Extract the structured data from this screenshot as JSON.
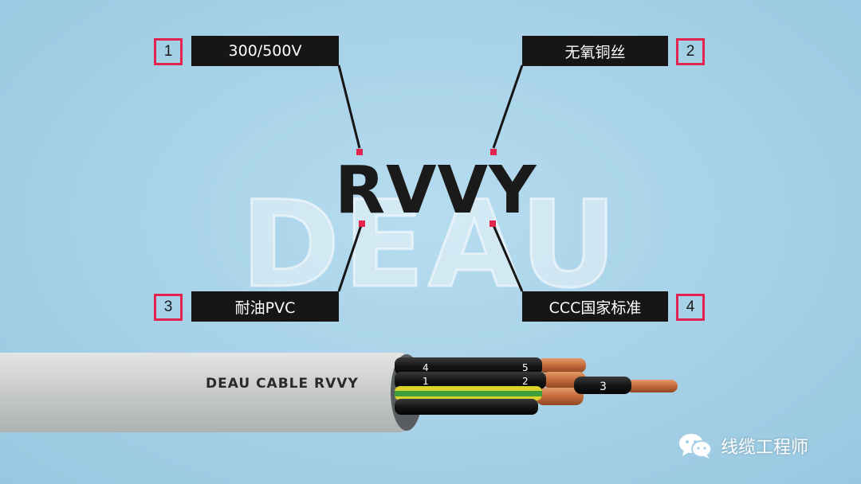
{
  "title": "RVVY",
  "watermark": "DEAU",
  "labels": [
    {
      "number": "1",
      "text": "300/500V"
    },
    {
      "number": "2",
      "text": "无氧铜丝"
    },
    {
      "number": "3",
      "text": "耐油PVC"
    },
    {
      "number": "4",
      "text": "CCC国家标准"
    }
  ],
  "cable": {
    "print": "DEAU CABLE  RVVY",
    "core_marks": [
      "4",
      "5",
      "1",
      "2",
      "3"
    ]
  },
  "footer": {
    "account": "线缆工程师",
    "icon": "wechat-icon"
  },
  "colors": {
    "background": "#a6d1e7",
    "accent": "#e3244e",
    "label_bg": "#161616",
    "cable_sheath": "#c9cbcb",
    "copper": "#c46b3c"
  }
}
